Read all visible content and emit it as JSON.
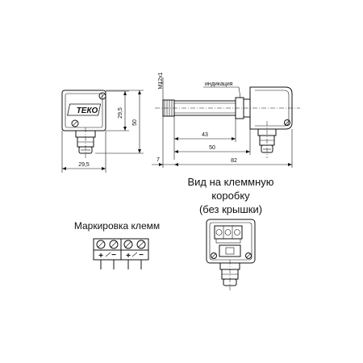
{
  "dimensions": {
    "front_width": "29,5",
    "front_inner_height": "29,5",
    "front_total_height": "50",
    "bottom_width": "29,5",
    "thread": "M12x1",
    "length_43": "43",
    "length_50": "50",
    "length_82": "82",
    "offset_7": "7"
  },
  "labels": {
    "indication": "индикация",
    "terminal_view_line1": "Вид на клеммную",
    "terminal_view_line2": "коробку",
    "terminal_view_line3": "(без крышки)",
    "terminal_marking": "Маркировка клемм",
    "logo_text": "ТЕКО",
    "terminal_signs": [
      "+",
      "−",
      "+",
      "−"
    ]
  }
}
